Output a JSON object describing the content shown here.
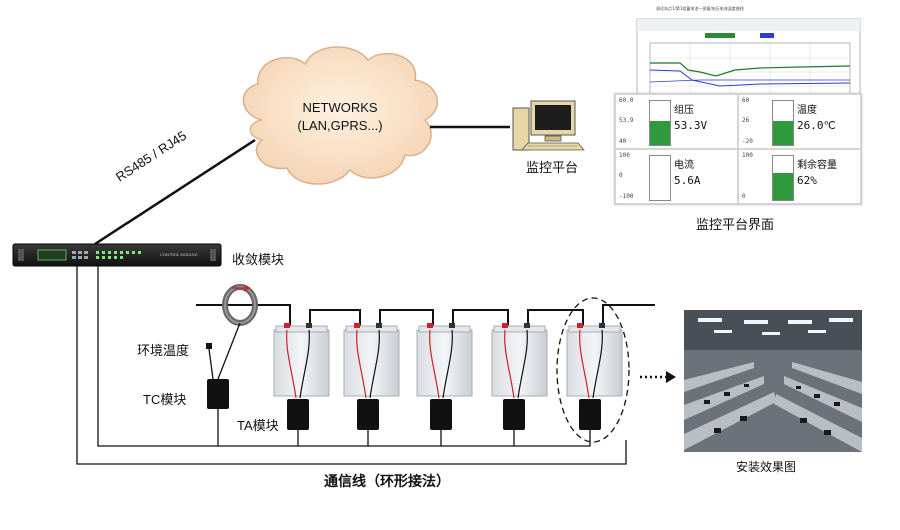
{
  "network_cloud": {
    "line1": "NETWORKS",
    "line2": "(LAN,GPRS...)"
  },
  "link_label": "RS485 / RJ45",
  "monitor_station": {
    "label": "监控平台"
  },
  "monitor_screen": {
    "caption": "监控平台界面",
    "title": "测试站点1/第1组蓄电池一测量/电压电流温度曲线",
    "tiles": [
      {
        "name": "组压",
        "value": "53.3V",
        "fill": 0.55,
        "color": "#2e9a3c"
      },
      {
        "name": "温度",
        "value": "26.0℃",
        "fill": 0.55,
        "color": "#2e9a3c"
      },
      {
        "name": "电流",
        "value": "5.6A",
        "fill": 0.0,
        "color": "#2e9a3c"
      },
      {
        "name": "剩余容量",
        "value": "62%",
        "fill": 0.62,
        "color": "#2e9a3c"
      }
    ]
  },
  "control_module": {
    "label": "收敛模块",
    "panel_text": "CONTROL MODULE"
  },
  "env_temp_label": "环境温度",
  "tc_module_label": "TC模块",
  "ta_module_label": "TA模块",
  "comm_line_label": "通信线（环形接法）",
  "install_photo_caption": "安装效果图",
  "colors": {
    "red_wire": "#d0202a",
    "line": "#111111",
    "meter_fill": "#2e9a3c"
  }
}
